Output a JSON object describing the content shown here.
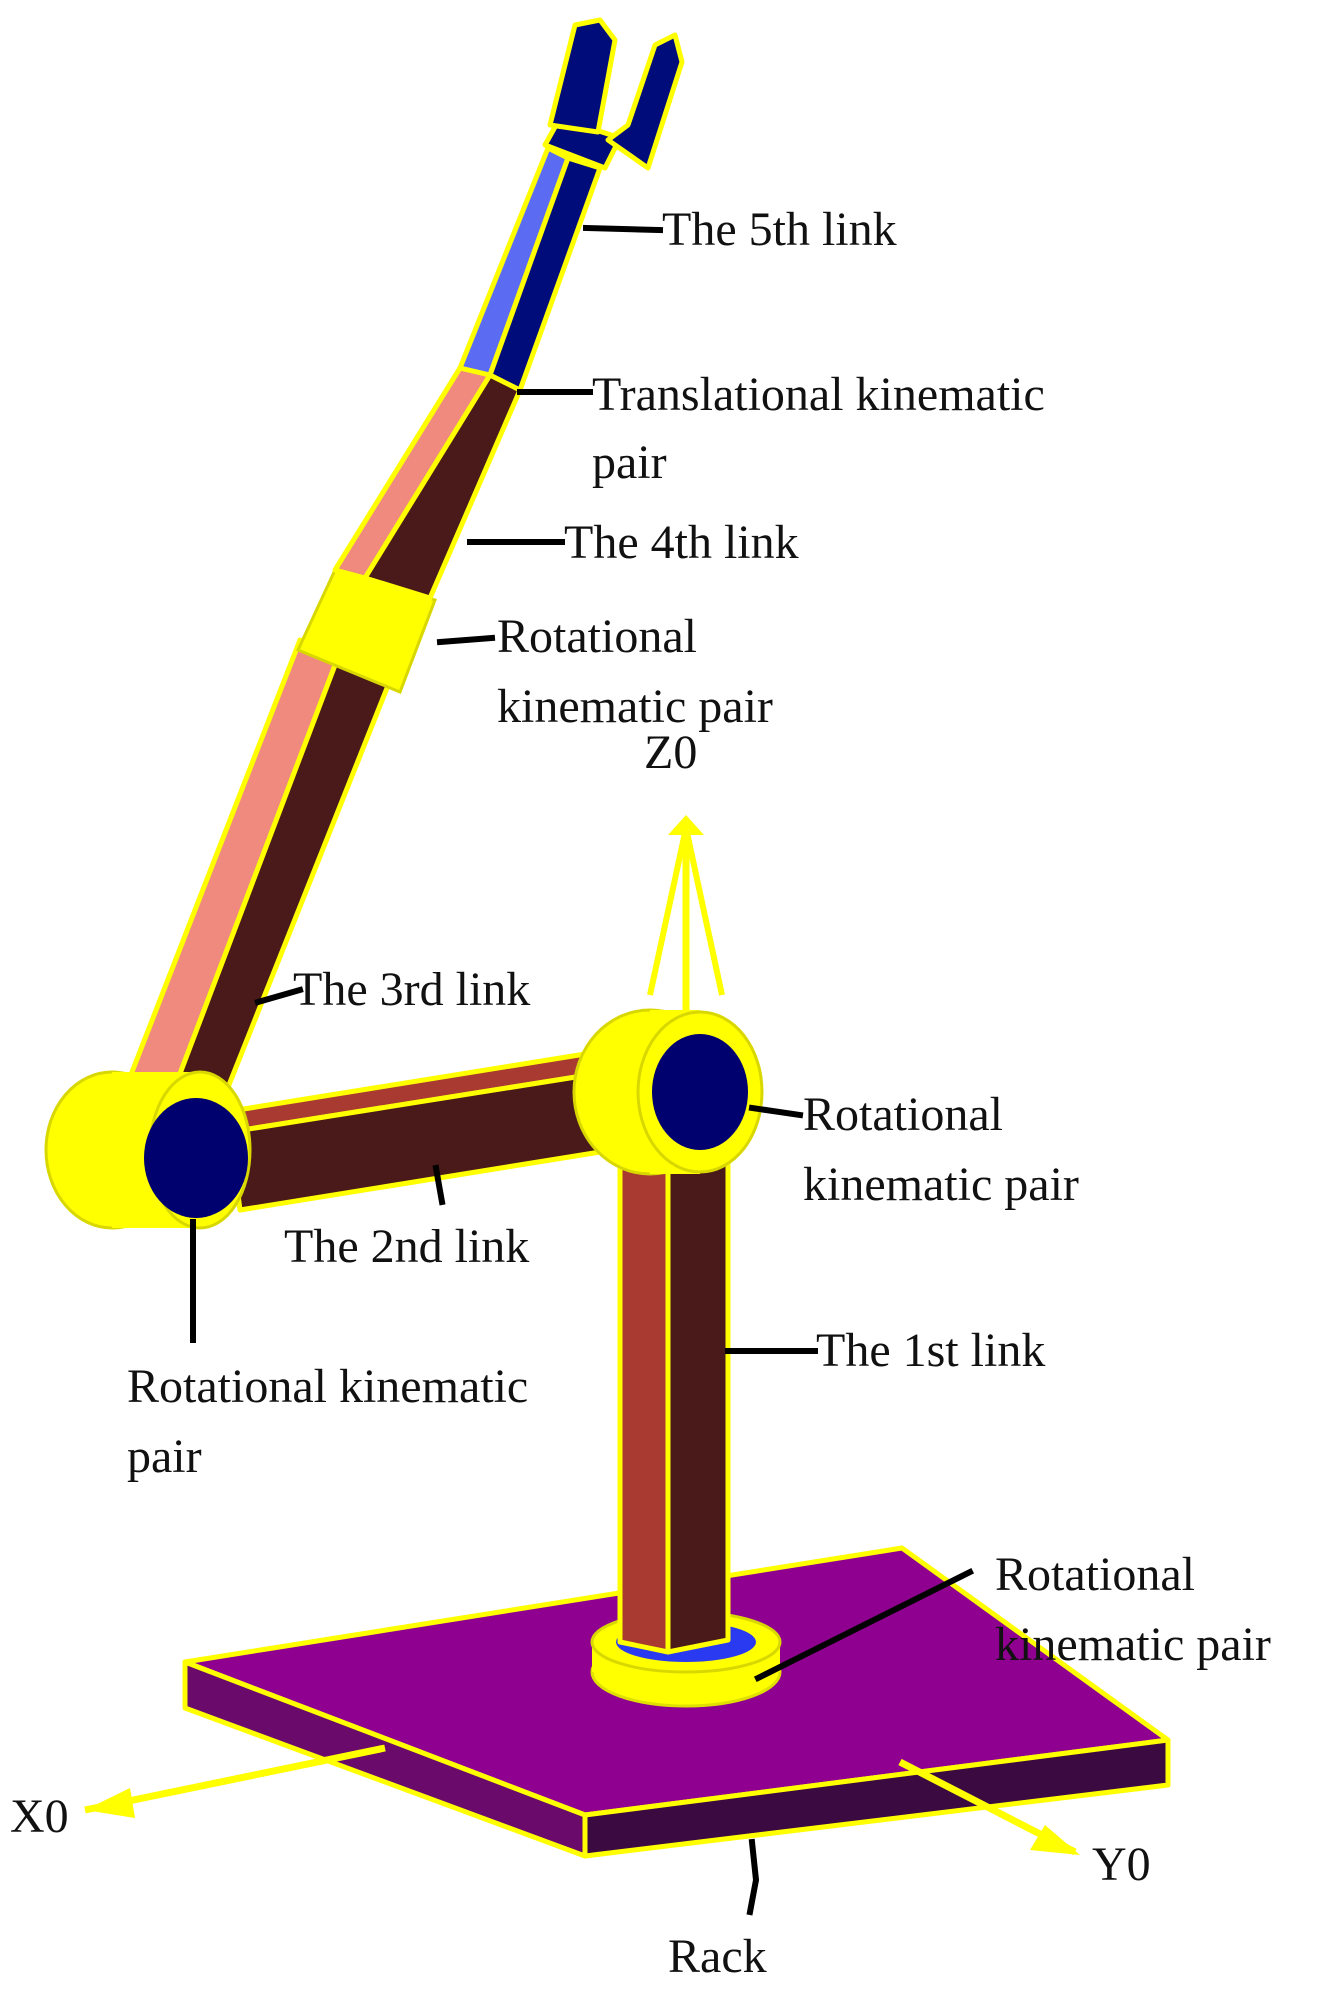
{
  "labels": {
    "link5": "The 5th link",
    "translational_pair_line1": "Translational kinematic",
    "translational_pair_line2": "pair",
    "link4": "The 4th link",
    "rot_pair_upper_line1": "Rotational",
    "rot_pair_upper_line2": "kinematic pair",
    "z_axis": "Z0",
    "link3": "The 3rd link",
    "rot_pair_right_line1": "Rotational",
    "rot_pair_right_line2": "kinematic pair",
    "link2": "The 2nd link",
    "link1": "The 1st link",
    "rot_pair_left_line1": "Rotational kinematic",
    "rot_pair_left_line2": "pair",
    "rot_pair_base_line1": "Rotational",
    "rot_pair_base_line2": "kinematic pair",
    "x_axis": "X0",
    "y_axis": "Y0",
    "rack": "Rack"
  },
  "colors": {
    "joint_yellow": "#ffff00",
    "joint_face_blue": "#00006e",
    "link_dark_brown": "#4a1a1a",
    "link_light_brown": "#a83a32",
    "link_pink": "#f08a7e",
    "gripper_navy": "#000c7a",
    "slider_light_blue": "#5c6cf2",
    "rack_top_purple": "#900090",
    "rack_side_dark": "#3a0a40",
    "rack_side_mid": "#6a0a6a",
    "axis_yellow": "#ffff00",
    "leader_black": "#000000"
  }
}
